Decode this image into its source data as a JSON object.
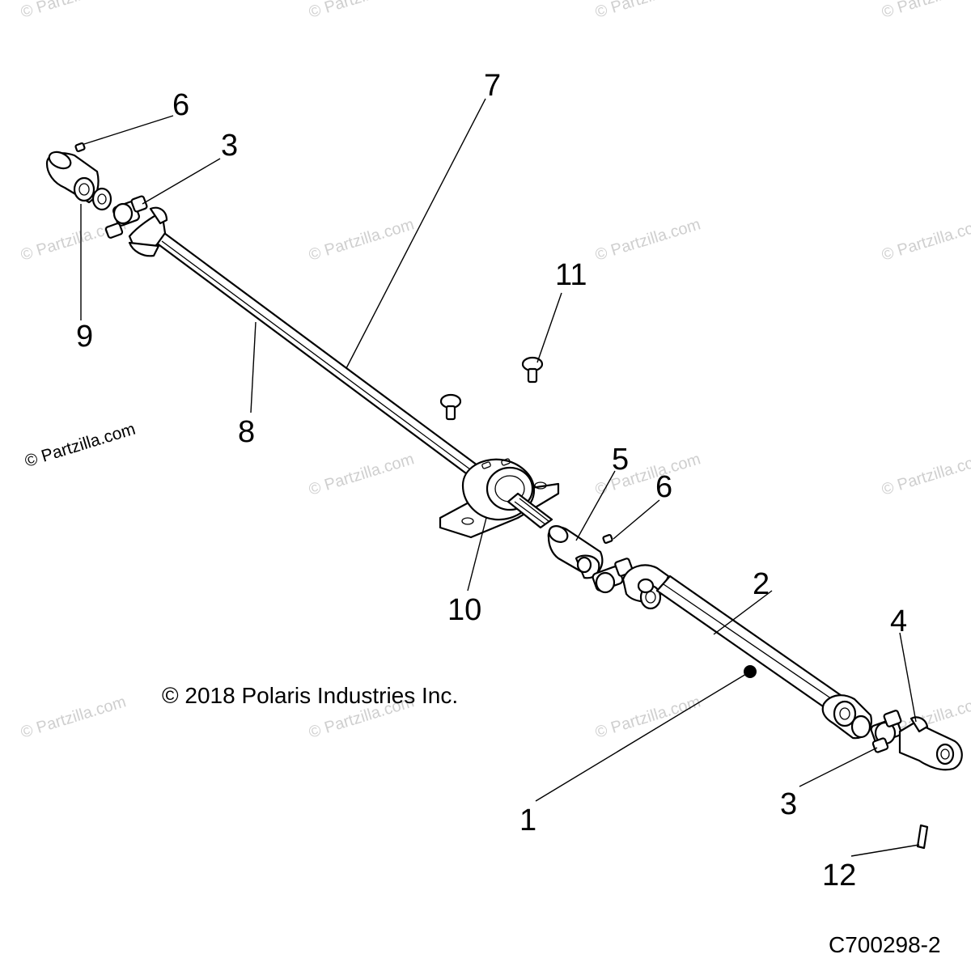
{
  "copyright": "© 2018 Polaris Industries Inc.",
  "diagram_id": "C700298-2",
  "brand_mark": "© Partzilla.com",
  "watermark": "© Partzilla.com",
  "callouts": {
    "c1": "1",
    "c2": "2",
    "c3a": "3",
    "c3b": "3",
    "c4": "4",
    "c5": "5",
    "c6a": "6",
    "c6b": "6",
    "c7": "7",
    "c8": "8",
    "c9": "9",
    "c10": "10",
    "c11": "11",
    "c12": "12"
  }
}
